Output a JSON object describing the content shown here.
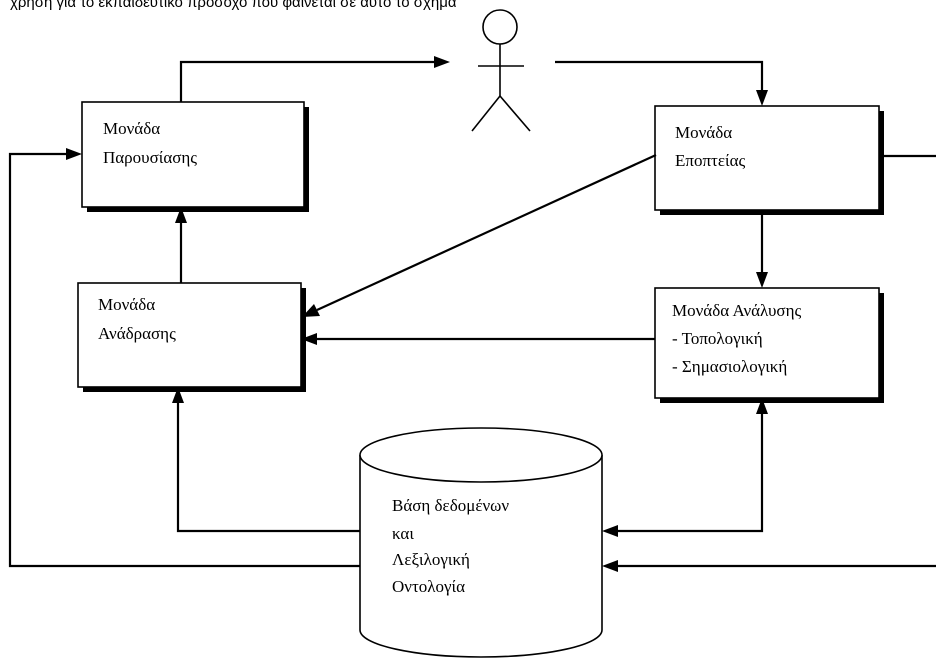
{
  "top_caption": "χρήση για το εκπαιδευτικό πρόσοχο που φαίνεται σε αυτό το σχήμα",
  "modules": {
    "presentation": {
      "line1": "Μονάδα",
      "line2": "Παρουσίασης"
    },
    "supervision": {
      "line1": "Μονάδα",
      "line2": "Εποπτείας"
    },
    "feedback": {
      "line1": "Μονάδα",
      "line2": "Ανάδρασης"
    },
    "analysis": {
      "line1": "Μονάδα Ανάλυσης",
      "line2": "- Τοπολογική",
      "line3": "- Σημασιολογική"
    }
  },
  "database": {
    "line1": "Βάση δεδομένων",
    "line2": "και",
    "line3": "Λεξιλογική",
    "line4": "Οντολογία"
  },
  "actor_icon": "stick-figure-user-icon"
}
